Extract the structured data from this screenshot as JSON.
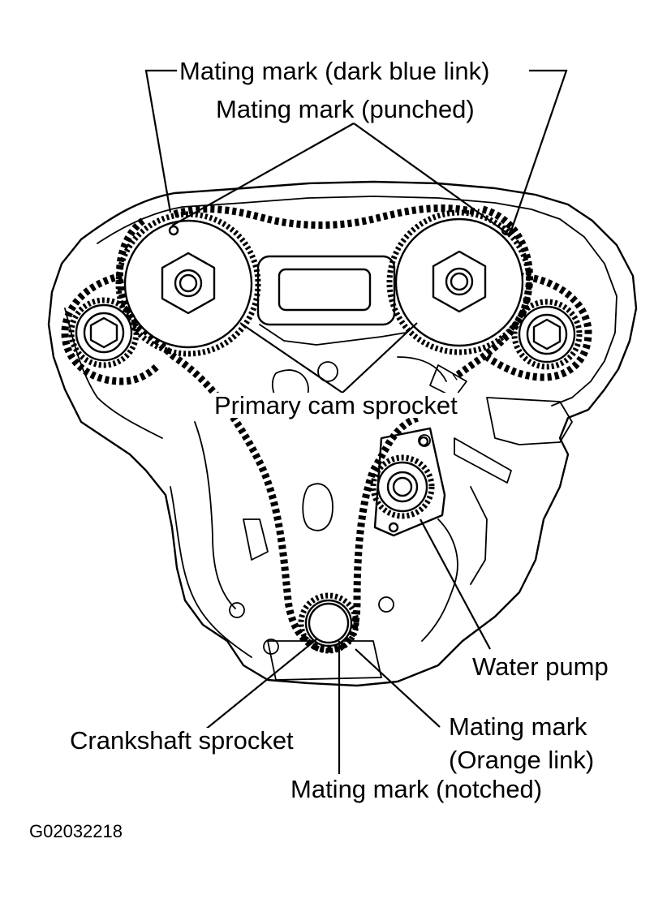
{
  "labels": {
    "mating_mark_dark_blue": "Mating mark (dark blue link)",
    "mating_mark_punched": "Mating mark (punched)",
    "primary_cam_sprocket": "Primary cam sprocket",
    "water_pump": "Water pump",
    "crankshaft_sprocket": "Crankshaft sprocket",
    "mating_mark_orange_line1": "Mating mark",
    "mating_mark_orange_line2": "(Orange link)",
    "mating_mark_notched": "Mating mark (notched)"
  },
  "figure_code": "G02032218"
}
